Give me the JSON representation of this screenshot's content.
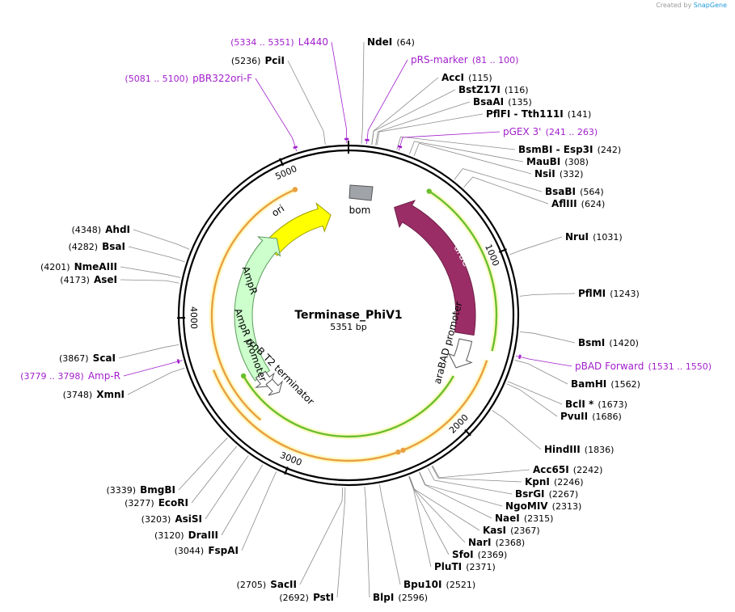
{
  "credit": {
    "prefix": "Created by",
    "brand": "SnapGene"
  },
  "plasmid": {
    "name": "Terminase_PhiV1",
    "size_label": "5351 bp",
    "length": 5351
  },
  "ticks": [
    {
      "pos": 1000,
      "label": "1000"
    },
    {
      "pos": 2000,
      "label": "2000"
    },
    {
      "pos": 3000,
      "label": "3000"
    },
    {
      "pos": 4000,
      "label": "4000"
    },
    {
      "pos": 5000,
      "label": "5000"
    }
  ],
  "features": [
    {
      "name": "araC",
      "type": "cds",
      "start": 0,
      "end": 0,
      "direction": "ccw",
      "color": "#9b2d66",
      "stroke": "#6e1f48",
      "label_color": "#ffffff"
    },
    {
      "name": "ori",
      "type": "rep",
      "start": 0,
      "end": 0,
      "direction": "cw",
      "color": "#ffff00",
      "stroke": "#9a9a00",
      "label_color": "#000000"
    },
    {
      "name": "AmpR",
      "type": "cds",
      "start": 0,
      "end": 0,
      "direction": "ccw",
      "color": "#ccffcc",
      "stroke": "#5a9a5a",
      "label_color": "#000000"
    },
    {
      "name": "araBAD promoter",
      "type": "promoter",
      "start": 0,
      "end": 0,
      "direction": "cw",
      "color": "#ffffff",
      "stroke": "#555555",
      "label_color": "#000000"
    },
    {
      "name": "AmpR promoter",
      "type": "promoter",
      "start": 0,
      "end": 0,
      "direction": "ccw",
      "color": "#ffffff",
      "stroke": "#555555",
      "label_color": "#000000"
    },
    {
      "name": "rrnB T2 terminator",
      "type": "terminator",
      "start": 0,
      "end": 0,
      "direction": "ccw",
      "color": "#ffffff",
      "stroke": "#555555",
      "label_color": "#000000"
    },
    {
      "name": "bom",
      "type": "misc",
      "start": 0,
      "end": 0,
      "direction": "none",
      "color": "#a0a4a8",
      "stroke": "#555555",
      "label_color": "#000000"
    }
  ],
  "orfs": [
    {
      "start": 0,
      "end": 0,
      "direction": "ccw",
      "color": "#6abf2e"
    },
    {
      "start": 0,
      "end": 0,
      "direction": "cw",
      "color": "#e8a040"
    },
    {
      "start": 0,
      "end": 0,
      "direction": "cw",
      "color": "#6abf2e"
    },
    {
      "start": 0,
      "end": 0,
      "direction": "ccw",
      "color": "#e8a040"
    },
    {
      "start": 0,
      "end": 0,
      "direction": "cw",
      "color": "#e8a040"
    }
  ],
  "enzymes": [
    {
      "name": "NdeI",
      "pos": "(64)",
      "order": "name-pos",
      "site": 64
    },
    {
      "name": "AccI",
      "pos": "(115)",
      "order": "name-pos",
      "site": 115
    },
    {
      "name": "BstZ17I",
      "pos": "(116)",
      "order": "name-pos",
      "site": 116
    },
    {
      "name": "BsaAI",
      "pos": "(135)",
      "order": "name-pos",
      "site": 135
    },
    {
      "name": "PflFI  - Tth111I",
      "pos": "(141)",
      "order": "name-pos",
      "site": 141
    },
    {
      "name": "BsmBI  - Esp3I",
      "pos": "(242)",
      "order": "name-pos",
      "site": 242
    },
    {
      "name": "MauBI",
      "pos": "(308)",
      "order": "name-pos",
      "site": 308
    },
    {
      "name": "NsiI",
      "pos": "(332)",
      "order": "name-pos",
      "site": 332
    },
    {
      "name": "BsaBI",
      "pos": "(564)",
      "order": "name-pos",
      "site": 564
    },
    {
      "name": "AflIII",
      "pos": "(624)",
      "order": "name-pos",
      "site": 624
    },
    {
      "name": "NruI",
      "pos": "(1031)",
      "order": "name-pos",
      "site": 1031
    },
    {
      "name": "PflMI",
      "pos": "(1243)",
      "order": "name-pos",
      "site": 1243
    },
    {
      "name": "BsmI",
      "pos": "(1420)",
      "order": "name-pos",
      "site": 1420
    },
    {
      "name": "BamHI",
      "pos": "(1562)",
      "order": "name-pos",
      "site": 1562
    },
    {
      "name": "BclI *",
      "pos": "(1673)",
      "order": "name-pos",
      "site": 1673
    },
    {
      "name": "PvuII",
      "pos": "(1686)",
      "order": "name-pos",
      "site": 1686
    },
    {
      "name": "HindIII",
      "pos": "(1836)",
      "order": "name-pos",
      "site": 1836
    },
    {
      "name": "Acc65I",
      "pos": "(2242)",
      "order": "name-pos",
      "site": 2242
    },
    {
      "name": "KpnI",
      "pos": "(2246)",
      "order": "name-pos",
      "site": 2246
    },
    {
      "name": "BsrGI",
      "pos": "(2267)",
      "order": "name-pos",
      "site": 2267
    },
    {
      "name": "NgoMIV",
      "pos": "(2313)",
      "order": "name-pos",
      "site": 2313
    },
    {
      "name": "NaeI",
      "pos": "(2315)",
      "order": "name-pos",
      "site": 2315
    },
    {
      "name": "KasI",
      "pos": "(2367)",
      "order": "name-pos",
      "site": 2367
    },
    {
      "name": "NarI",
      "pos": "(2368)",
      "order": "name-pos",
      "site": 2368
    },
    {
      "name": "SfoI",
      "pos": "(2369)",
      "order": "name-pos",
      "site": 2369
    },
    {
      "name": "PluTI",
      "pos": "(2371)",
      "order": "name-pos",
      "site": 2371
    },
    {
      "name": "Bpu10I",
      "pos": "(2521)",
      "order": "name-pos",
      "site": 2521
    },
    {
      "name": "BlpI",
      "pos": "(2596)",
      "order": "name-pos",
      "site": 2596
    },
    {
      "name": "PstI",
      "pos": "(2692)",
      "order": "pos-name",
      "site": 2692
    },
    {
      "name": "SacII",
      "pos": "(2705)",
      "order": "pos-name",
      "site": 2705
    },
    {
      "name": "FspAI",
      "pos": "(3044)",
      "order": "pos-name",
      "site": 3044
    },
    {
      "name": "DraIII",
      "pos": "(3120)",
      "order": "pos-name",
      "site": 3120
    },
    {
      "name": "AsiSI",
      "pos": "(3203)",
      "order": "pos-name",
      "site": 3203
    },
    {
      "name": "EcoRI",
      "pos": "(3277)",
      "order": "pos-name",
      "site": 3277
    },
    {
      "name": "BmgBI",
      "pos": "(3339)",
      "order": "pos-name",
      "site": 3339
    },
    {
      "name": "XmnI",
      "pos": "(3748)",
      "order": "pos-name",
      "site": 3748
    },
    {
      "name": "ScaI",
      "pos": "(3867)",
      "order": "pos-name",
      "site": 3867
    },
    {
      "name": "AseI",
      "pos": "(4173)",
      "order": "pos-name",
      "site": 4173
    },
    {
      "name": "NmeAIII",
      "pos": "(4201)",
      "order": "pos-name",
      "site": 4201
    },
    {
      "name": "BsaI",
      "pos": "(4282)",
      "order": "pos-name",
      "site": 4282
    },
    {
      "name": "AhdI",
      "pos": "(4348)",
      "order": "pos-name",
      "site": 4348
    },
    {
      "name": "PciI",
      "pos": "(5236)",
      "order": "pos-name",
      "site": 5236
    }
  ],
  "primers": [
    {
      "name": "pRS-marker",
      "pos": "(81 .. 100)",
      "order": "name-pos",
      "site": 90
    },
    {
      "name": "pGEX 3'",
      "pos": "(241 .. 263)",
      "order": "name-pos",
      "site": 252
    },
    {
      "name": "pBAD Forward",
      "pos": "(1531 .. 1550)",
      "order": "name-pos",
      "site": 1540
    },
    {
      "name": "Amp-R",
      "pos": "(3779 .. 3798)",
      "order": "pos-name",
      "site": 3788
    },
    {
      "name": "pBR322ori-F",
      "pos": "(5081 .. 5100)",
      "order": "pos-name",
      "site": 5090
    },
    {
      "name": "L4440",
      "pos": "(5334 .. 5351)",
      "order": "pos-name",
      "site": 5342
    }
  ],
  "colors": {
    "backbone": "#000000",
    "primer": "#a11fcc",
    "leader": "#8c8c8c"
  }
}
